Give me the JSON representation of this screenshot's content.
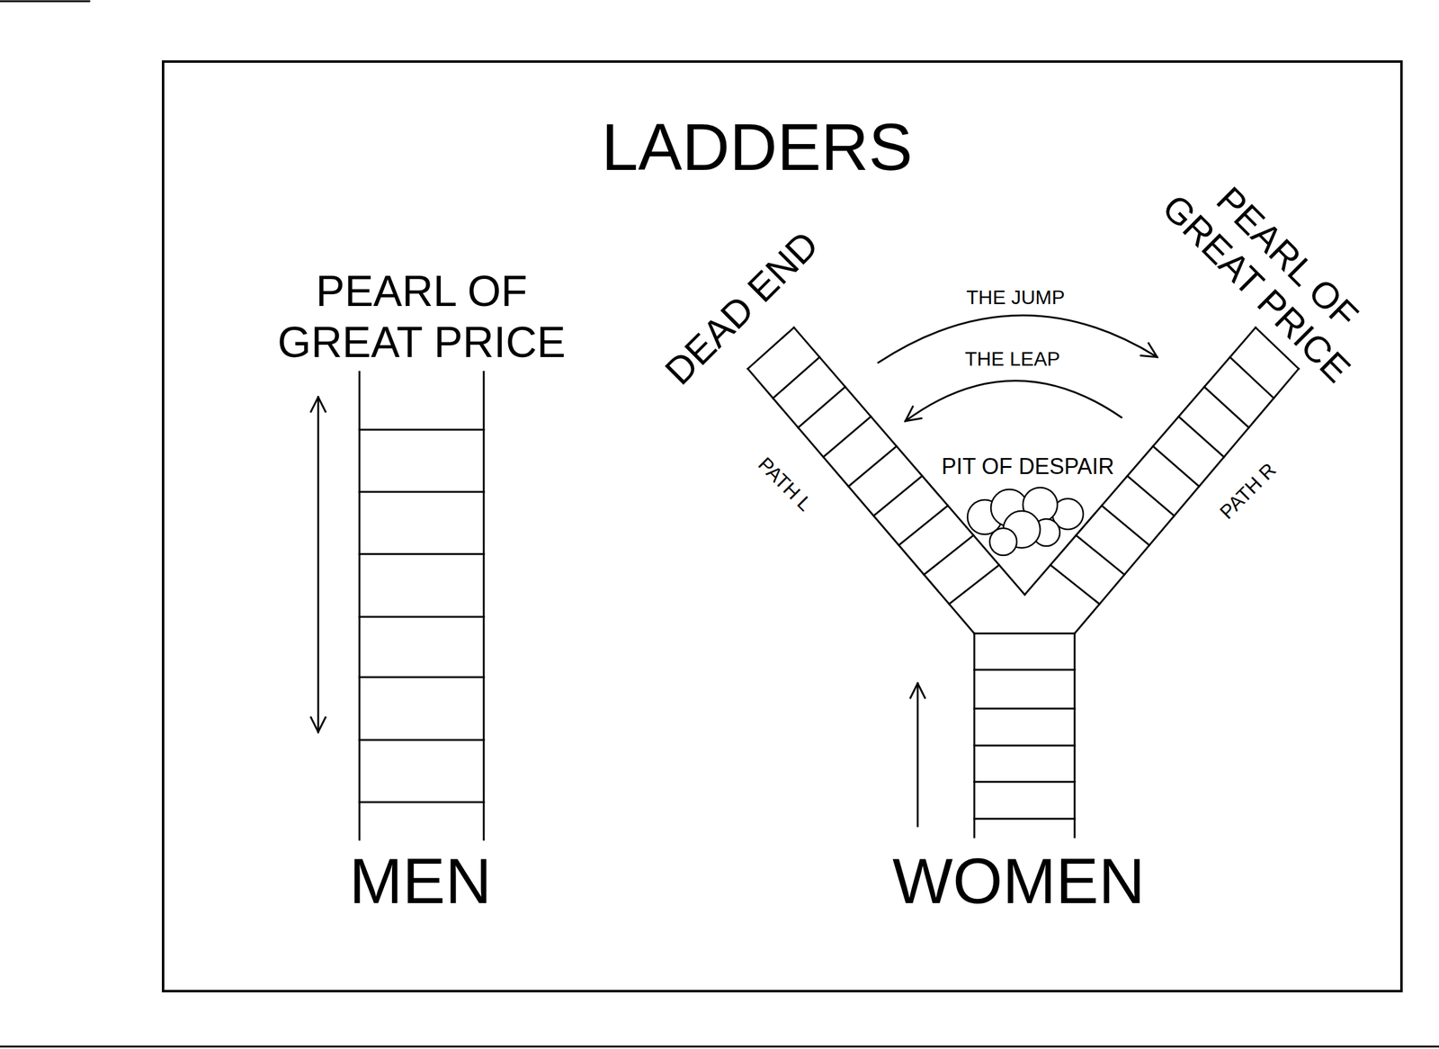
{
  "diagram": {
    "title": "LADDERS",
    "labels": [
      "PEARL OF GREAT PRICE",
      "MEN",
      "DEAD END",
      "THE JUMP",
      "THE LEAP",
      "PIT OF DESPAIR",
      "PATH L",
      "PATH R",
      "PEARL OF GREAT PRICE",
      "WOMEN"
    ]
  }
}
